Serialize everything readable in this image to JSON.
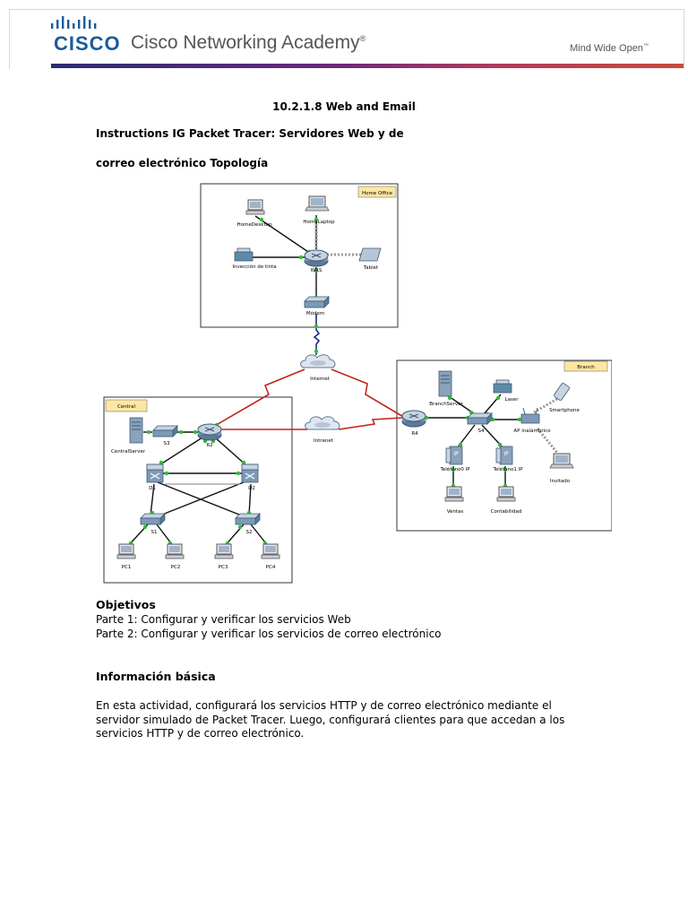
{
  "header": {
    "logo_text": "CISCO",
    "academy": "Cisco Networking Academy",
    "registered": "®",
    "tagline": "Mind Wide Open",
    "tagline_mark": "™"
  },
  "document": {
    "title": "10.2.1.8 Web and Email",
    "subtitle_line1": "Instructions IG Packet Tracer: Servidores Web y de",
    "subtitle_line2": "correo electrónico Topología"
  },
  "topology": {
    "zones": {
      "home_office": "Home Office",
      "branch": "Branch",
      "central": "Central"
    },
    "devices": {
      "home_desktop": "HomeDesktop",
      "home_laptop": "HomeLaptop",
      "printer": "Invección de tinta",
      "wrs": "WRS",
      "tablet": "Tablet",
      "modem": "Módem",
      "internet": "Internet",
      "intranet": "Intranet",
      "central_server": "CentralServer",
      "s3": "S3",
      "r2": "R2",
      "d1": "D1",
      "d2": "D2",
      "s1": "S1",
      "s2": "S2",
      "pc1": "PC1",
      "pc2": "PC2",
      "pc3": "PC3",
      "pc4": "PC4",
      "branch_server": "BranchServer",
      "laser": "Laser",
      "smartphone": "Smartphone",
      "r4": "R4",
      "s4": "S4",
      "ap": "AP inalámbrico",
      "ip_phone0": "Teléfono0 IP",
      "ip_phone1": "Teléfono1 IP",
      "wireless_laptop": "Invitado",
      "ventas": "Ventas",
      "contabilidad": "Contabilidad"
    }
  },
  "objectives": {
    "heading": "Objetivos",
    "part1": "Parte 1: Configurar y verificar los servicios Web",
    "part2": "Parte 2: Configurar y verificar los servicios de correo electrónico"
  },
  "background": {
    "heading": "Información básica",
    "text": "En esta actividad, configurará los servicios HTTP y de correo electrónico mediante el servidor simulado de Packet Tracer. Luego, configurará clientes para que accedan a los servicios HTTP y de correo electrónico."
  },
  "colors": {
    "cisco_blue": "#1a5a9c",
    "wan_red": "#c0261e",
    "link_green": "#2ec02e",
    "zone_label_bg": "#fde7a0"
  }
}
